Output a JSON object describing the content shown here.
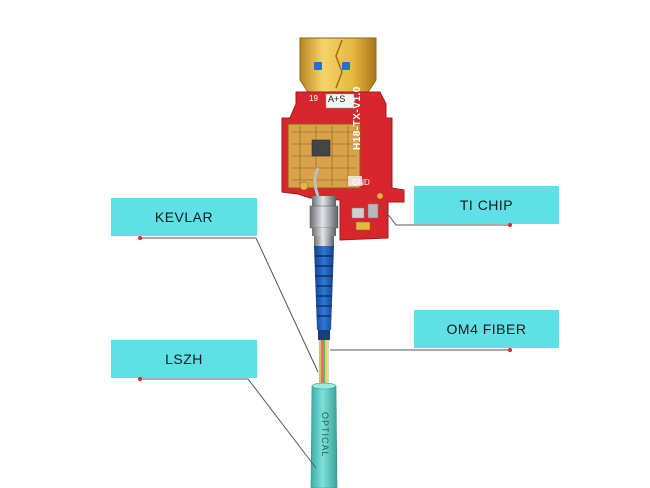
{
  "labels": {
    "kevlar": "KEVLAR",
    "ti_chip": "TI CHIP",
    "om4_fiber": "OM4 FIBER",
    "lszh": "LSZH"
  },
  "board": {
    "model": "H18-TX-V1.0",
    "pin_label": "A+S",
    "pin_number": "19",
    "gnd": "GND"
  },
  "cable": {
    "print": "OPTICAL"
  },
  "colors": {
    "label_bg": "#5fe0e6",
    "pcb_red": "#d8262c",
    "chip_gold": "#d8a24a",
    "connector_gold": "#e7b73f",
    "boot_blue": "#1f5fb8",
    "jacket_aqua": "#4fc9c0",
    "leader_line": "#555555",
    "marker_red": "#e2262c"
  }
}
